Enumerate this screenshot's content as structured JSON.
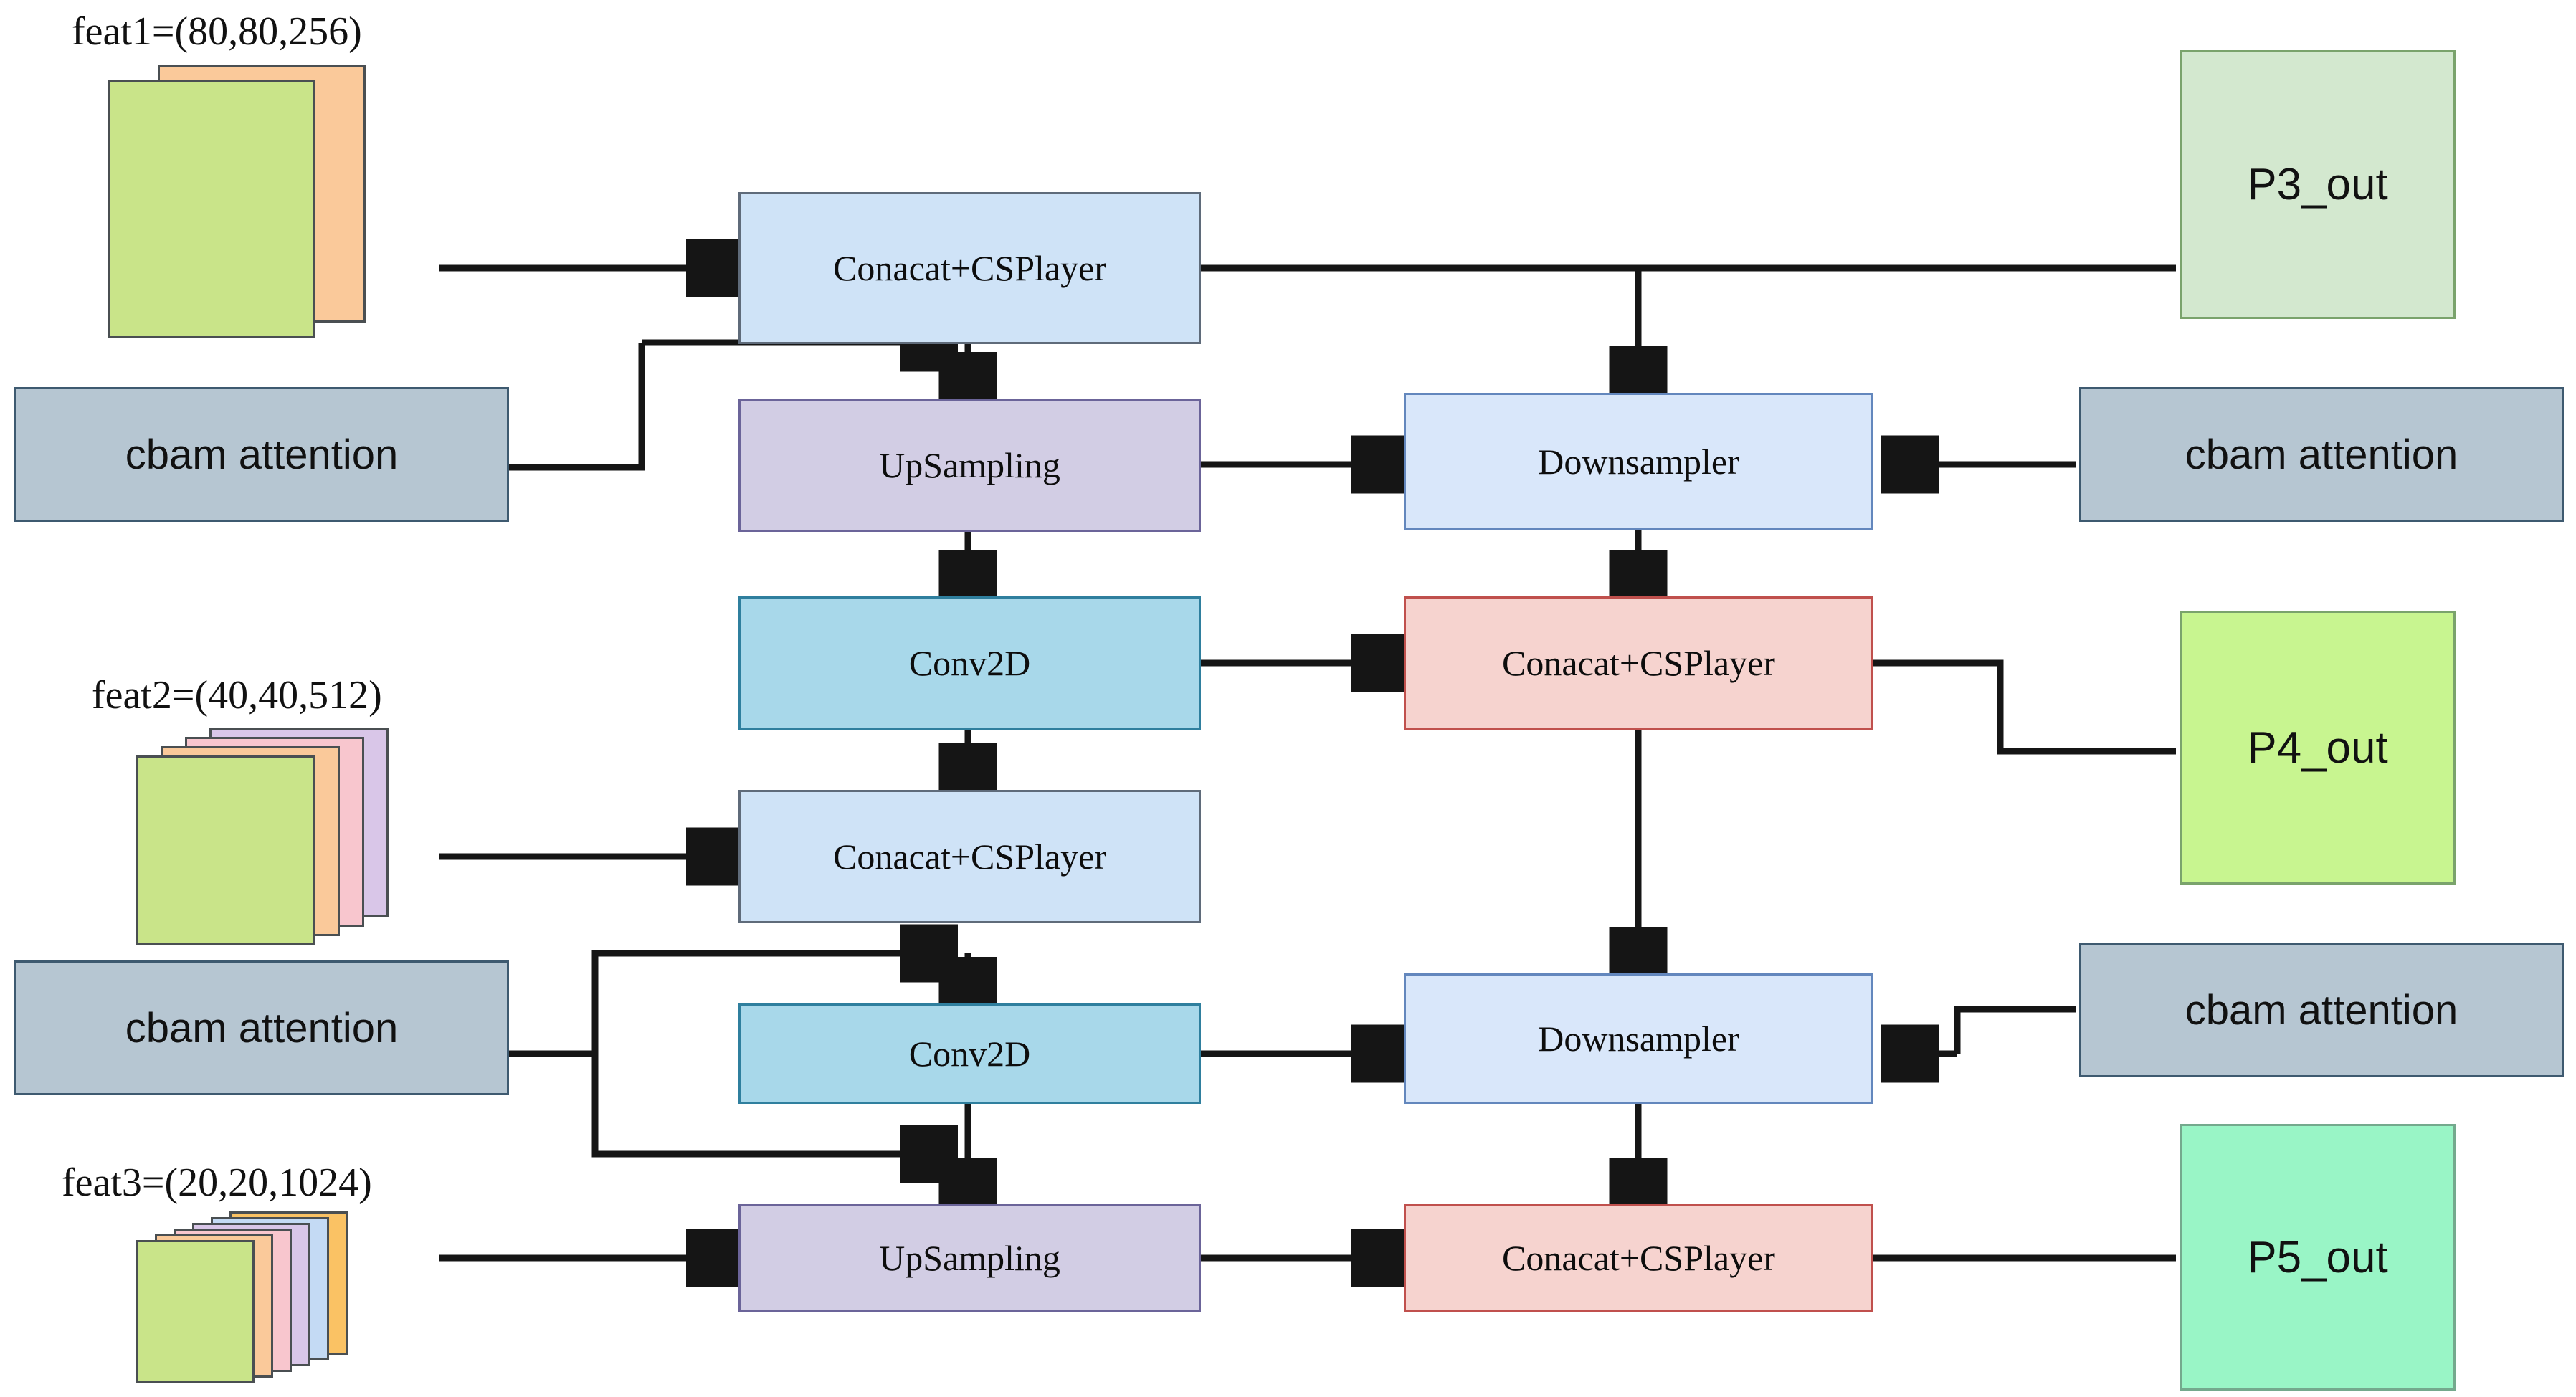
{
  "diagram": {
    "title": "PANet-style feature fusion neck with CBAM attention",
    "type": "neural-network-architecture-flowchart"
  },
  "feature_labels": [
    {
      "id": "feat1",
      "text": "feat1=(80,80,256)"
    },
    {
      "id": "feat2",
      "text": "feat2=(40,40,512)"
    },
    {
      "id": "feat3",
      "text": "feat3=(20,20,1024)"
    }
  ],
  "feature_stacks": [
    {
      "id": "feat1-stack",
      "layers": 2,
      "colors": [
        "#fac99a",
        "#c9e489"
      ]
    },
    {
      "id": "feat2-stack",
      "layers": 4,
      "colors": [
        "#d9c6e8",
        "#f8c6ce",
        "#fac99a",
        "#c9e489"
      ]
    },
    {
      "id": "feat3-stack",
      "layers": 6,
      "colors": [
        "#fac264",
        "#c4daf4",
        "#d9c6e8",
        "#f8c6ce",
        "#fac99a",
        "#c9e489"
      ]
    }
  ],
  "nodes": {
    "concat_csp_1": {
      "label": "Conacat+CSPlayer",
      "fill": "#cfe3f7",
      "border": "#5f6b7a"
    },
    "upsampling_1": {
      "label": "UpSampling",
      "fill": "#d2cde4",
      "border": "#6b6499"
    },
    "conv2d_1": {
      "label": "Conv2D",
      "fill": "#a8d8ea",
      "border": "#2f7f9e"
    },
    "concat_csp_2": {
      "label": "Conacat+CSPlayer",
      "fill": "#cfe3f7",
      "border": "#5f6b7a"
    },
    "conv2d_2": {
      "label": "Conv2D",
      "fill": "#a8d8ea",
      "border": "#2f7f9e"
    },
    "upsampling_2": {
      "label": "UpSampling",
      "fill": "#d2cde4",
      "border": "#6b6499"
    },
    "downsampler_1": {
      "label": "Downsampler",
      "fill": "#d9e7fa",
      "border": "#6387bd"
    },
    "concat_csp_3": {
      "label": "Conacat+CSPlayer",
      "fill": "#f6d3cf",
      "border": "#c0504d"
    },
    "downsampler_2": {
      "label": "Downsampler",
      "fill": "#d9e7fa",
      "border": "#6387bd"
    },
    "concat_csp_4": {
      "label": "Conacat+CSPlayer",
      "fill": "#f6d3cf",
      "border": "#c0504d"
    },
    "cbam_left_1": {
      "label": "cbam attention",
      "fill": "#b6c6d2",
      "border": "#3e5a70"
    },
    "cbam_left_2": {
      "label": "cbam attention",
      "fill": "#b6c6d2",
      "border": "#3e5a70"
    },
    "cbam_right_1": {
      "label": "cbam attention",
      "fill": "#b6c6d2",
      "border": "#3e5a70"
    },
    "cbam_right_2": {
      "label": "cbam attention",
      "fill": "#b6c6d2",
      "border": "#3e5a70"
    },
    "p3_out": {
      "label": "P3_out",
      "fill": "#d3e8cf",
      "border": "#7aa36c"
    },
    "p4_out": {
      "label": "P4_out",
      "fill": "#c8f590",
      "border": "#7aa36c"
    },
    "p5_out": {
      "label": "P5_out",
      "fill": "#99f5c6",
      "border": "#74a98d"
    }
  },
  "colors": {
    "wire": "#151515",
    "page_background": "#ffffff",
    "stack_border": "#4a4f52"
  }
}
